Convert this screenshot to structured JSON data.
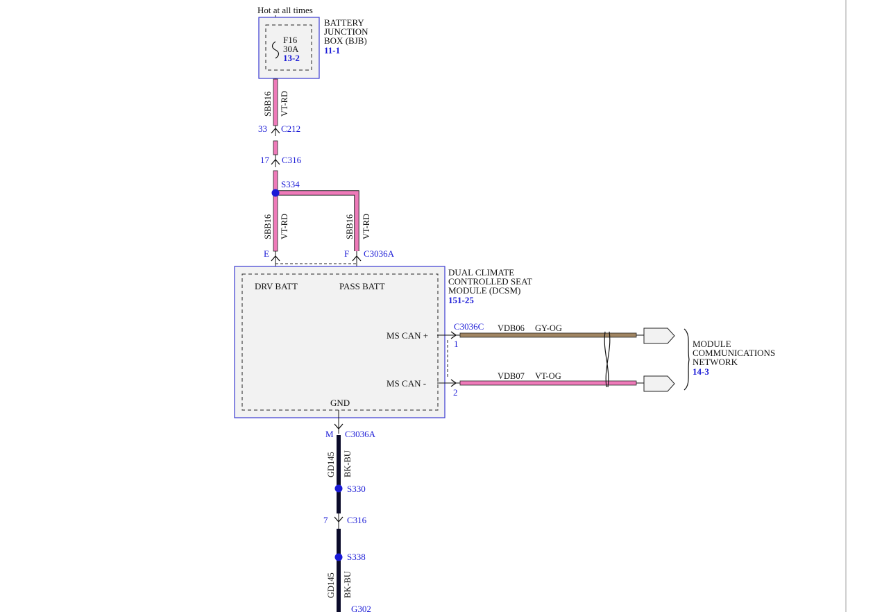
{
  "colors": {
    "wire_pink": "#ee7ab9",
    "wire_brown": "#a08562",
    "wire_black": "#0b0b2a",
    "box_blue": "#3a3ad0",
    "splice_blue": "#1a1ad6",
    "box_fill": "#f2f2f2"
  },
  "power": {
    "label": "Hot at all times"
  },
  "bjb": {
    "name_line1": "BATTERY",
    "name_line2": "JUNCTION",
    "name_line3": "BOX (BJB)",
    "ref": "11-1",
    "fuse_name": "F16",
    "fuse_rating": "30A",
    "fuse_ref": "13-2"
  },
  "wires": {
    "top": {
      "circuit": "SBB16",
      "color": "VT-RD"
    },
    "left_drop": {
      "circuit": "SBB16",
      "color": "VT-RD"
    },
    "right_drop": {
      "circuit": "SBB16",
      "color": "VT-RD"
    },
    "can_plus": {
      "circuit": "VDB06",
      "color": "GY-OG"
    },
    "can_minus": {
      "circuit": "VDB07",
      "color": "VT-OG"
    },
    "gnd_upper": {
      "circuit": "GD145",
      "color": "BK-BU"
    },
    "gnd_lower": {
      "circuit": "GD145",
      "color": "BK-BU"
    }
  },
  "connectors": {
    "c212": {
      "pin": "33",
      "name": "C212"
    },
    "c316_top": {
      "pin": "17",
      "name": "C316"
    },
    "c3036a_e": {
      "pin": "E"
    },
    "c3036a_f": {
      "pin": "F",
      "name": "C3036A"
    },
    "c3036c": {
      "name": "C3036C",
      "pin_plus": "1",
      "pin_minus": "2"
    },
    "c3036a_m": {
      "pin": "M",
      "name": "C3036A"
    },
    "c316_bottom": {
      "pin": "7",
      "name": "C316"
    }
  },
  "splices": {
    "s334": "S334",
    "s330": "S330",
    "s338": "S338"
  },
  "ground": {
    "name": "G302"
  },
  "dcsm": {
    "name_line1": "DUAL CLIMATE",
    "name_line2": "CONTROLLED SEAT",
    "name_line3": "MODULE (DCSM)",
    "ref": "151-25",
    "pin_drv_batt": "DRV BATT",
    "pin_pass_batt": "PASS BATT",
    "pin_ms_can_plus": "MS CAN +",
    "pin_ms_can_minus": "MS CAN -",
    "pin_gnd": "GND"
  },
  "network": {
    "name_line1": "MODULE",
    "name_line2": "COMMUNICATIONS",
    "name_line3": "NETWORK",
    "ref": "14-3"
  }
}
